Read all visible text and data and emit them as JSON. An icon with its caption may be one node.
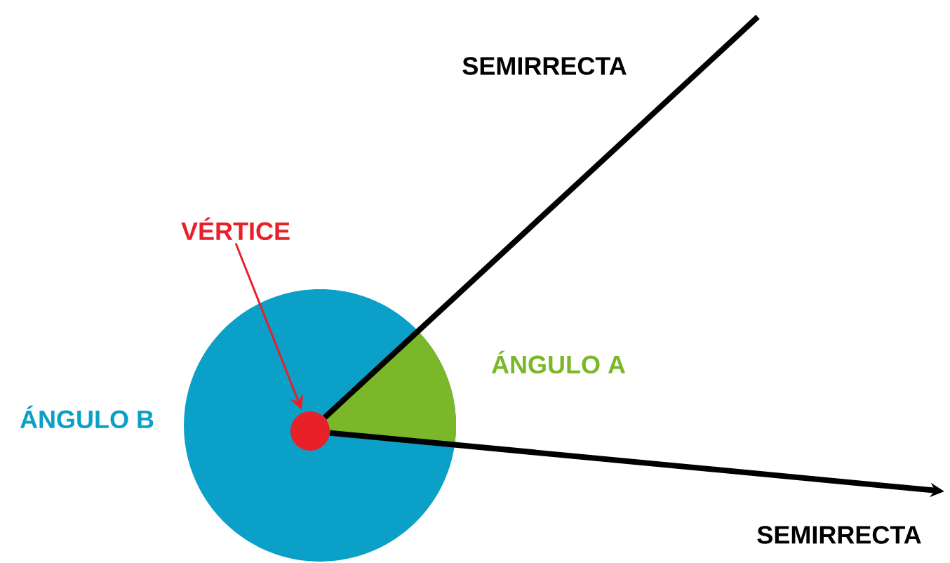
{
  "diagram": {
    "nodes": [
      {
        "text": [
          "VÉRTICE"
        ]
      },
      {
        "text": [],
        "shape": "circle"
      }
    ],
    "edges": [
      {
        "from": 0,
        "to": 1,
        "arrow": "to",
        "color": "#e8202a"
      },
      {
        "from": 1,
        "to": null,
        "arrow": "none"
      },
      {
        "from": 1,
        "to": null,
        "arrow": "to"
      }
    ],
    "labels": [
      "SEMIRRECTA",
      "ÁNGULO A",
      "ÁNGULO B",
      "SEMIRRECTA"
    ]
  }
}
